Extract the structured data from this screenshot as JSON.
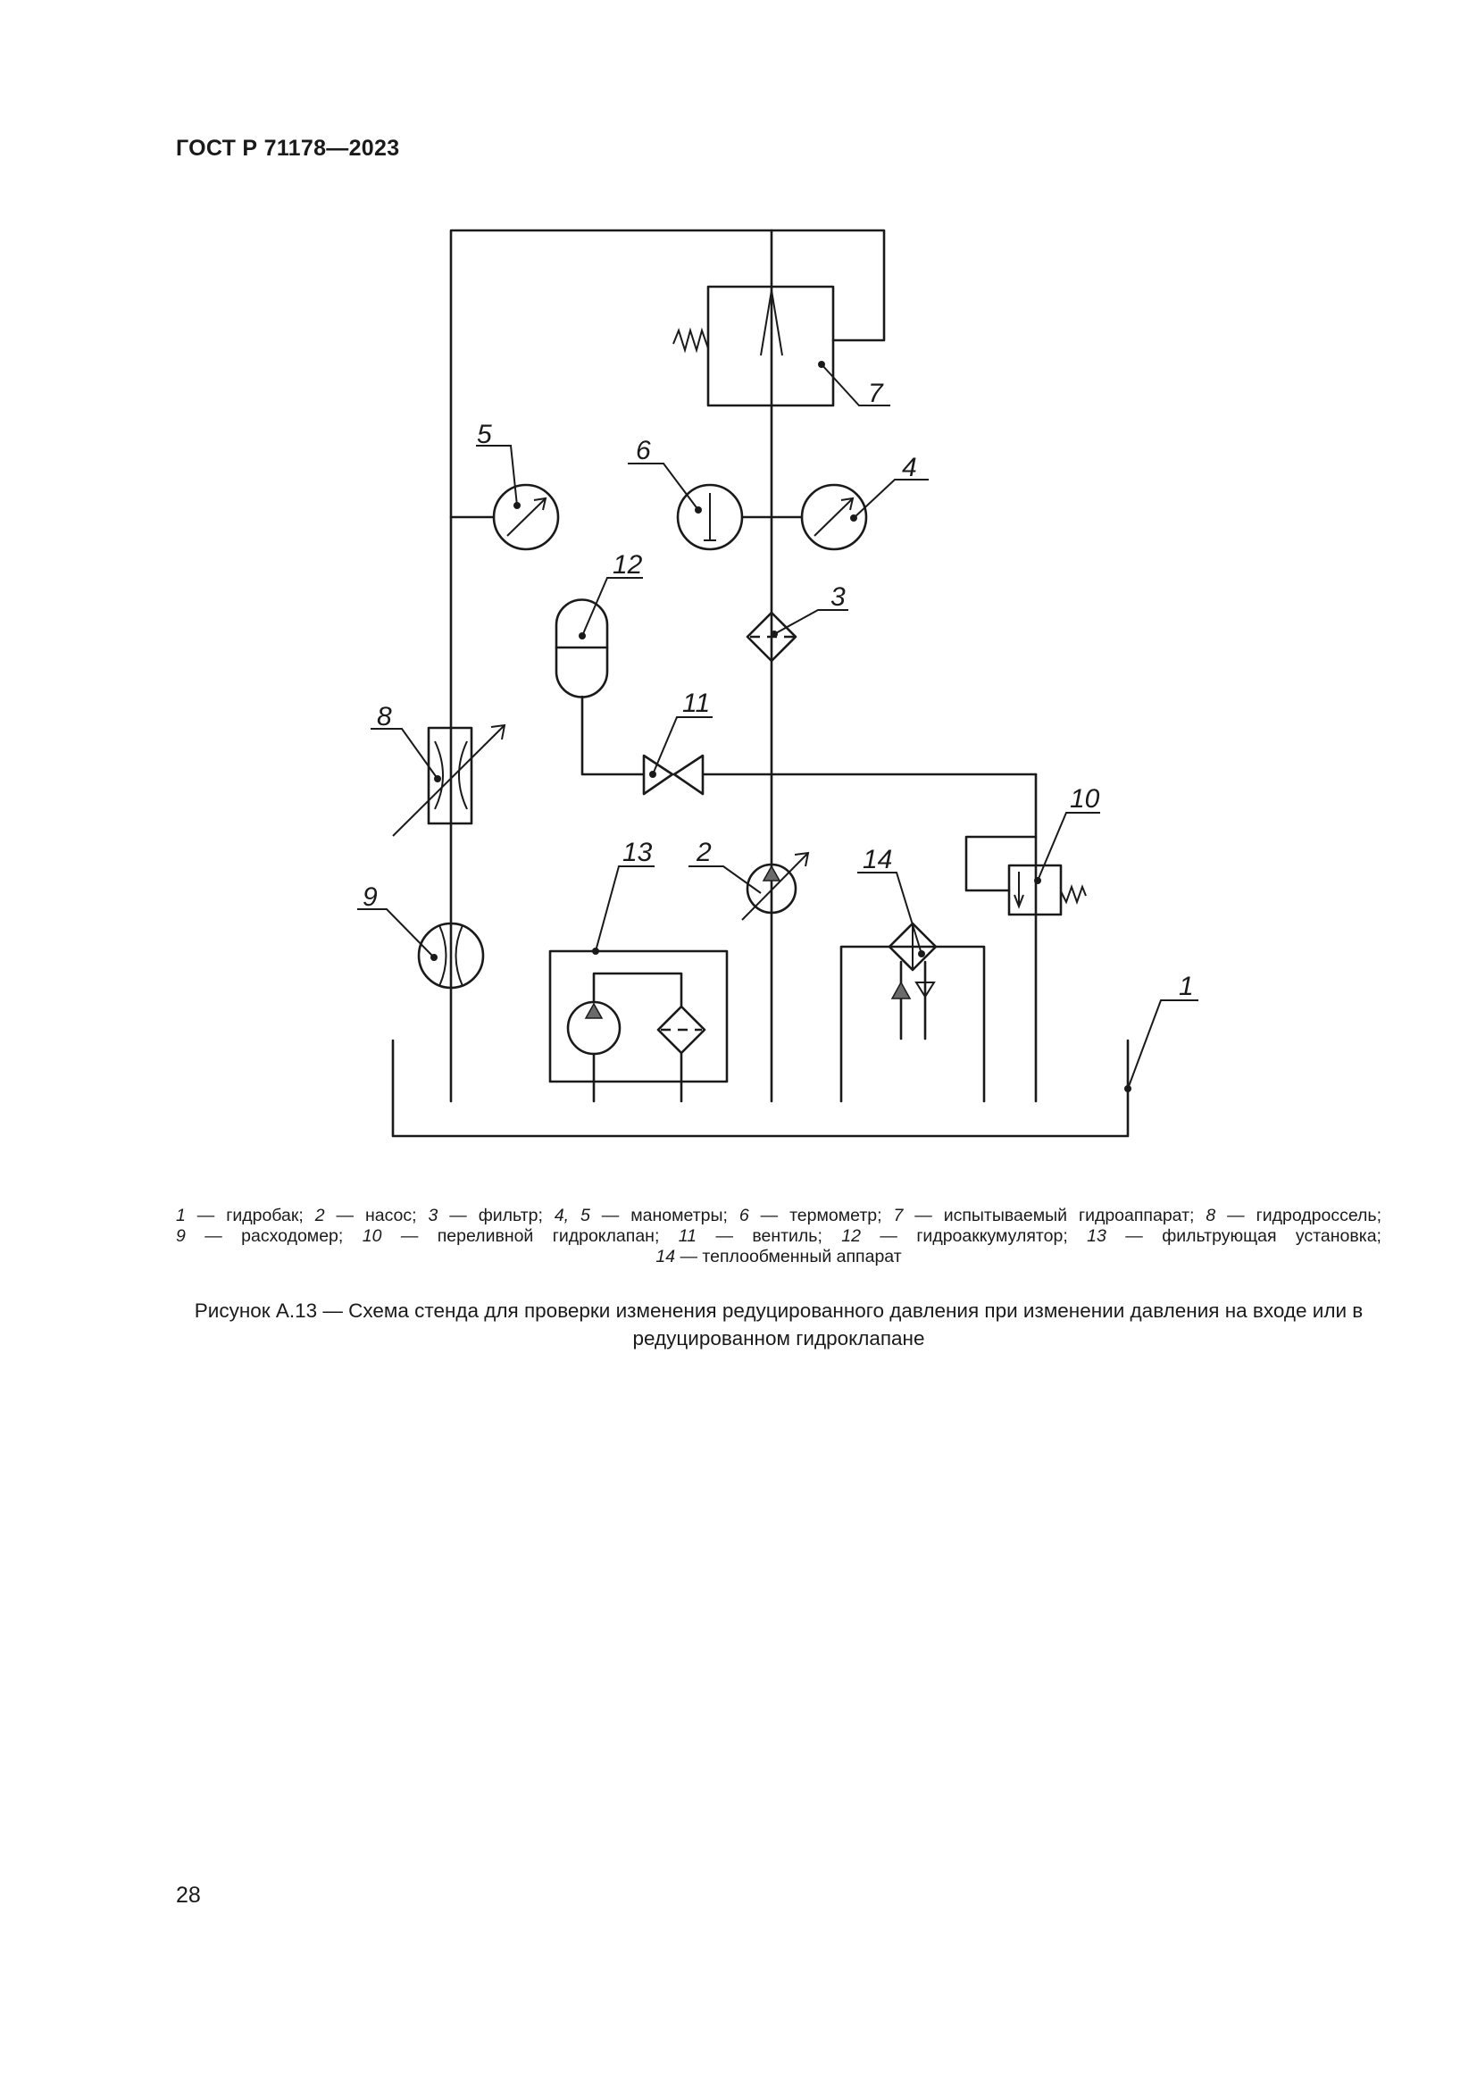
{
  "header": {
    "standard_id": "ГОСТ Р 71178—2023"
  },
  "diagram": {
    "callouts": [
      {
        "num": "1",
        "name": "гидробак"
      },
      {
        "num": "2",
        "name": "насос"
      },
      {
        "num": "3",
        "name": "фильтр"
      },
      {
        "num": "4",
        "name": "манометр"
      },
      {
        "num": "5",
        "name": "манометр"
      },
      {
        "num": "6",
        "name": "термометр"
      },
      {
        "num": "7",
        "name": "испытываемый гидроаппарат"
      },
      {
        "num": "8",
        "name": "гидродроссель"
      },
      {
        "num": "9",
        "name": "расходомер"
      },
      {
        "num": "10",
        "name": "переливной гидроклапан"
      },
      {
        "num": "11",
        "name": "вентиль"
      },
      {
        "num": "12",
        "name": "гидроаккумулятор"
      },
      {
        "num": "13",
        "name": "фильтрующая установка"
      },
      {
        "num": "14",
        "name": "теплообменный аппарат"
      }
    ],
    "labels": {
      "l1": "1",
      "l2": "2",
      "l3": "3",
      "l4": "4",
      "l5": "5",
      "l6": "6",
      "l7": "7",
      "l8": "8",
      "l9": "9",
      "l10": "10",
      "l11": "11",
      "l12": "12",
      "l13": "13",
      "l14": "14"
    }
  },
  "legend": {
    "line1": [
      {
        "n": "1",
        "t": " — гидробак; "
      },
      {
        "n": "2",
        "t": " — насос; "
      },
      {
        "n": "3",
        "t": " — фильтр; "
      },
      {
        "n": "4, 5",
        "t": " — манометры; "
      },
      {
        "n": "6",
        "t": " — термометр; "
      },
      {
        "n": "7",
        "t": " — испытываемый гидроаппарат; "
      },
      {
        "n": "8",
        "t": " — гидродроссель;"
      }
    ],
    "line2": [
      {
        "n": "9",
        "t": " — расходомер; "
      },
      {
        "n": "10",
        "t": " — переливной гидроклапан; "
      },
      {
        "n": "11",
        "t": " — вентиль; "
      },
      {
        "n": "12",
        "t": " — гидроаккумулятор; "
      },
      {
        "n": "13",
        "t": " — фильтрующая установка;"
      }
    ],
    "line3": [
      {
        "n": "14",
        "t": " — теплообменный аппарат"
      }
    ]
  },
  "caption": {
    "text": "Рисунок А.13 — Схема стенда для проверки изменения редуцированного давления при изменении давления на входе или в редуцированном гидроклапане"
  },
  "footer": {
    "page_number": "28"
  }
}
